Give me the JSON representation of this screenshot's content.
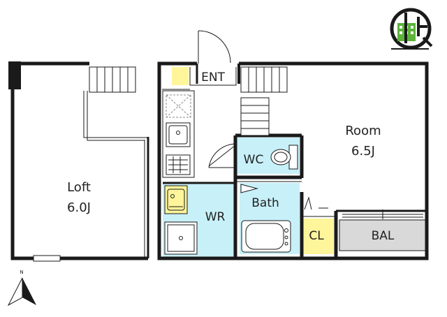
{
  "rooms": {
    "loft": {
      "name": "Loft",
      "size": "6.0J"
    },
    "room": {
      "name": "Room",
      "size": "6.5J"
    },
    "entrance": {
      "name": "ENT"
    },
    "toilet": {
      "name": "WC"
    },
    "bath": {
      "name": "Bath"
    },
    "washroom": {
      "name": "WR"
    },
    "closet": {
      "name": "CL"
    },
    "balcony": {
      "name": "BAL"
    }
  },
  "compass": {
    "letter": "N"
  },
  "colors": {
    "wall": "#1a1a1a",
    "water_area": "#c8f0f8",
    "storage": "#fff59a",
    "balcony": "#d9d9d9",
    "logo_green": "#5cb23a"
  },
  "icons": [
    "compass-icon",
    "logo-icon",
    "stairs-icon",
    "door-icon",
    "sink-icon",
    "stove-icon",
    "toilet-icon",
    "bathtub-icon",
    "washbasin-icon",
    "washing-machine-icon"
  ]
}
